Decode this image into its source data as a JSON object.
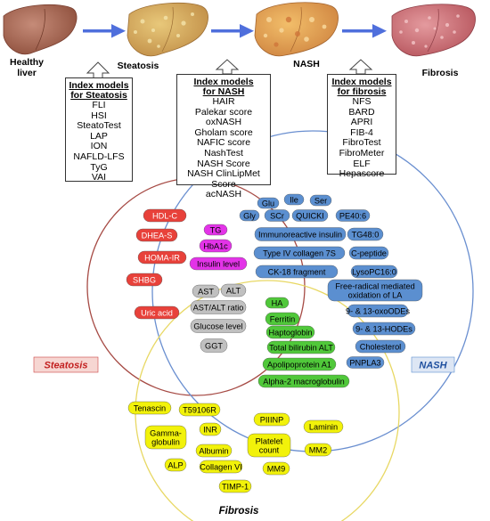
{
  "stages": [
    {
      "label_lines": [
        "Healthy",
        "liver"
      ]
    },
    {
      "label_lines": [
        "Steatosis"
      ]
    },
    {
      "label_lines": [
        "NASH"
      ]
    },
    {
      "label_lines": [
        "Fibrosis"
      ]
    }
  ],
  "index_boxes": [
    {
      "title_lines": [
        "Index models",
        "for Steatosis"
      ],
      "items": [
        "FLI",
        "HSI",
        "SteatoTest",
        "LAP",
        "ION",
        "NAFLD-LFS",
        "TyG",
        "VAI"
      ]
    },
    {
      "title_lines": [
        "Index models",
        "for NASH"
      ],
      "items": [
        "HAIR",
        "Palekar score",
        "oxNASH",
        "Gholam score",
        "NAFIC score",
        "NashTest",
        "NASH Score",
        "NASH ClinLipMet Score",
        "acNASH"
      ]
    },
    {
      "title_lines": [
        "Index models",
        "for fibrosis"
      ],
      "items": [
        "NFS",
        "BARD",
        "APRI",
        "FIB-4",
        "FibroTest",
        "FibroMeter",
        "ELF",
        "Hepascore"
      ]
    }
  ],
  "venn_labels": {
    "steatosis": "Steatosis",
    "nash": "NASH",
    "fibrosis": "Fibrosis"
  },
  "markers": {
    "steatosis": [
      "HDL-C",
      "DHEA-S",
      "HOMA-IR",
      "SHBG",
      "Uric acid"
    ],
    "steatosis_nash": [
      "TG",
      "HbA1c",
      "Insulin level"
    ],
    "all_three": [
      "AST",
      "ALT",
      "AST/ALT ratio",
      "Glucose level",
      "GGT"
    ],
    "nash": [
      "Glu",
      "Ile",
      "Ser",
      "Gly",
      "SCr",
      "QUICKI",
      "PE40:6",
      "Immunoreactive insulin",
      "TG48:0",
      "Type IV collagen 7S",
      "C-peptide",
      "CK-18 fragment",
      "LysoPC16:0",
      "Free-radical mediated",
      "oxidation of LA",
      "9- & 13-oxoODEs",
      "9- & 13-HODEs",
      "Cholesterol",
      "PNPLA3"
    ],
    "nash_fibrosis": [
      "HA",
      "Ferritin",
      "Haptoglobin",
      "Total bilirubin ALT",
      "Apolipoprotein A1",
      "Alpha-2 macroglobulin"
    ],
    "fibrosis": [
      "Tenascin",
      "T59106R",
      "PIIINP",
      "Laminin",
      "Gamma-",
      "globulin",
      "INR",
      "Albumin",
      "Platelet",
      "count",
      "MM2",
      "ALP",
      "Collagen VI",
      "MM9",
      "TIMP-1"
    ]
  },
  "colors": {
    "steatosis": "#e8413a",
    "nash": "#5b8fd0",
    "fibrosis": "#f2f20a",
    "steatosis_nash": "#e333e8",
    "all_three": "#c0c0c0",
    "nash_fibrosis": "#50c83a",
    "arrow": "#4f6fdc",
    "ring_steatosis": "#a64a44",
    "ring_nash": "#6a8fd0",
    "ring_fibrosis": "#e8d864"
  },
  "icons": [
    "healthy-liver-icon",
    "steatosis-liver-icon",
    "nash-liver-icon",
    "fibrosis-liver-icon",
    "right-arrow-icon",
    "up-hollow-arrow-icon"
  ]
}
